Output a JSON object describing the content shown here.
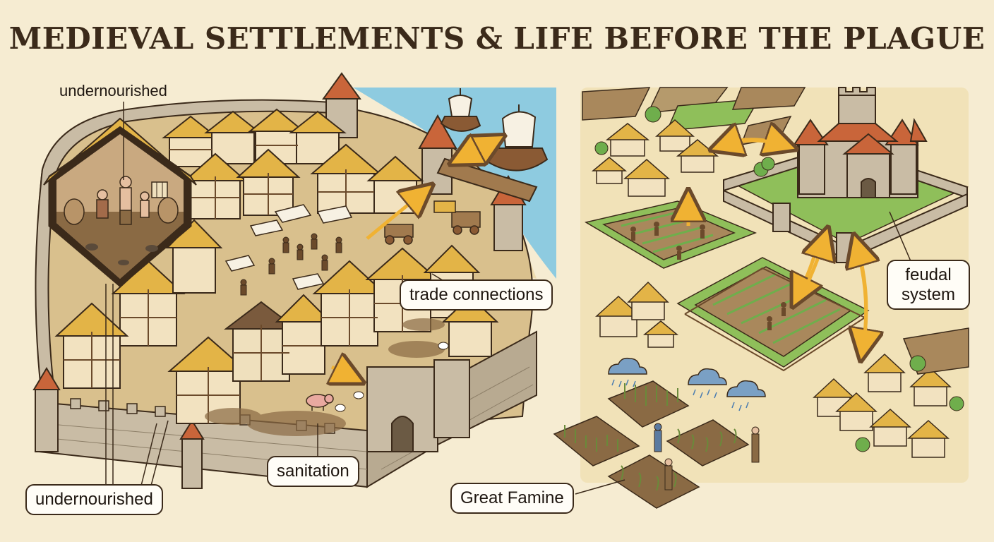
{
  "title": "MEDIEVAL SETTLEMENTS & LIFE BEFORE THE PLAGUE",
  "labels": {
    "undernourished_top": "undernourished",
    "undernourished_bottom": "undernourished",
    "trade_connections": "trade connections",
    "sanitation": "sanitation",
    "feudal_system": "feudal system",
    "great_famine": "Great Famine"
  },
  "colors": {
    "background": "#f6ecd2",
    "outline": "#3b2a1a",
    "thatch": "#e3b447",
    "timber": "#6b4a2b",
    "stone": "#c9bca5",
    "water": "#8ecbe0",
    "field_green": "#8fbf5a",
    "field_brown": "#a9885c",
    "roof_red": "#c9653a",
    "arrow": "#f0b233"
  },
  "icons": {
    "walled_town": "walled-town-icon",
    "castle": "castle-icon",
    "ship": "ship-icon",
    "rain_cloud": "rain-cloud-icon",
    "pig": "pig-icon",
    "rat": "rat-icon"
  }
}
